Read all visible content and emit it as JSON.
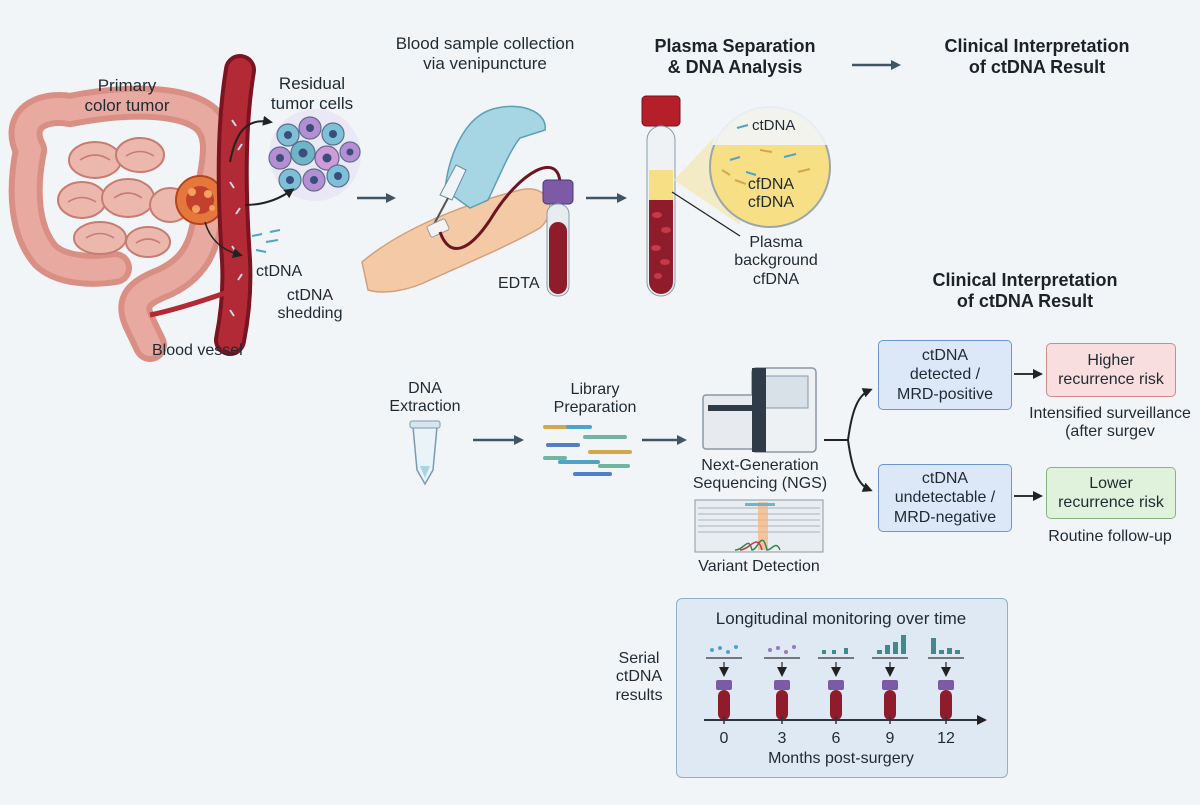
{
  "tumor": {
    "primary_l1": "Primary",
    "primary_l2": "color tumor",
    "residual_l1": "Residual",
    "residual_l2": "tumor cells",
    "ctdna": "ctDNA",
    "shedding_l1": "ctDNA",
    "shedding_l2": "shedding",
    "vessel": "Blood vessel"
  },
  "collection": {
    "title_l1": "Blood sample collection",
    "title_l2": "via venipuncture",
    "tube": "EDTA"
  },
  "plasma": {
    "title_l1": "Plasma Separation",
    "title_l2": "& DNA Analysis",
    "ctdna": "ctDNA",
    "cfdna1": "cfDNA",
    "cfdna2": "cfDNA",
    "bg_l1": "Plasma",
    "bg_l2": "background",
    "bg_l3": "cfDNA"
  },
  "clinical_top": {
    "l1": "Clinical Interpretation",
    "l2": "of ctDNA Result"
  },
  "clinical_mid": {
    "l1": "Clinical Interpretation",
    "l2": "of ctDNA Result"
  },
  "workflow": {
    "extraction_l1": "DNA",
    "extraction_l2": "Extraction",
    "library_l1": "Library",
    "library_l2": "Preparation",
    "ngs_l1": "Next-Generation",
    "ngs_l2": "Sequencing (NGS)",
    "variant": "Variant Detection"
  },
  "results": {
    "pos_l1": "ctDNA",
    "pos_l2": "detected /",
    "pos_l3": "MRD-positive",
    "neg_l1": "ctDNA",
    "neg_l2": "undetectable /",
    "neg_l3": "MRD-negative",
    "high_l1": "Higher",
    "high_l2": "recurrence risk",
    "low_l1": "Lower",
    "low_l2": "recurrence risk",
    "intens_l1": "Intensified surveillance",
    "intens_l2": "(after surgev",
    "routine": "Routine follow-up"
  },
  "monitoring": {
    "title": "Longitudinal monitoring over time",
    "serial_l1": "Serial",
    "serial_l2": "ctDNA",
    "serial_l3": "results",
    "timepoints": [
      "0",
      "3",
      "6",
      "9",
      "12"
    ],
    "axis_label": "Months post-surgery"
  },
  "colors": {
    "blood": "#8e1c2a",
    "plasma": "#f7df86",
    "tube_cap_purple": "#7c5aa6",
    "tube_cap_red": "#b51f2a",
    "arrow": "#3f5566",
    "box_blue": "#dce8f7",
    "box_red": "#f8dede",
    "box_green": "#e1f2dc"
  }
}
